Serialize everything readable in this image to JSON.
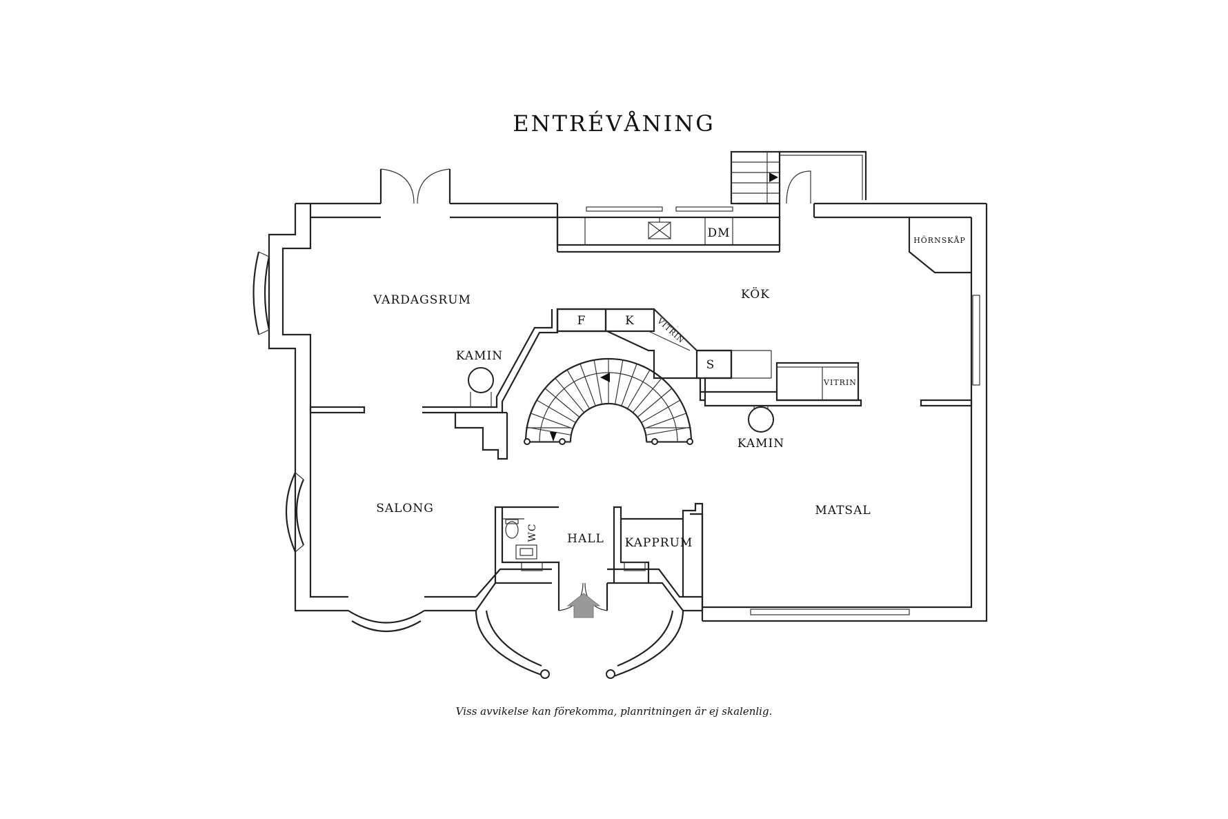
{
  "title": "ENTRÉVÅNING",
  "rooms": {
    "vardagsrum": "VARDAGSRUM",
    "kok": "KÖK",
    "salong": "SALONG",
    "matsal": "MATSAL",
    "hall": "HALL",
    "kapprum": "KAPPRUM",
    "wc": "WC"
  },
  "fixtures": {
    "kamin_left": "KAMIN",
    "kamin_right": "KAMIN",
    "freezer": "F",
    "fridge": "K",
    "vitrin_diag": "VITRIN",
    "vitrin_right": "VITRIN",
    "storage": "S",
    "dishwasher": "DM",
    "hornskap": "HÖRNSKÅP"
  },
  "icons": [
    "stair-direction-arrow-icon",
    "entrance-arrow-icon",
    "sink-icon",
    "toilet-icon",
    "fireplace-icon"
  ],
  "disclaimer": "Viss avvikelse kan förekomma, planritningen är ej skalenlig."
}
